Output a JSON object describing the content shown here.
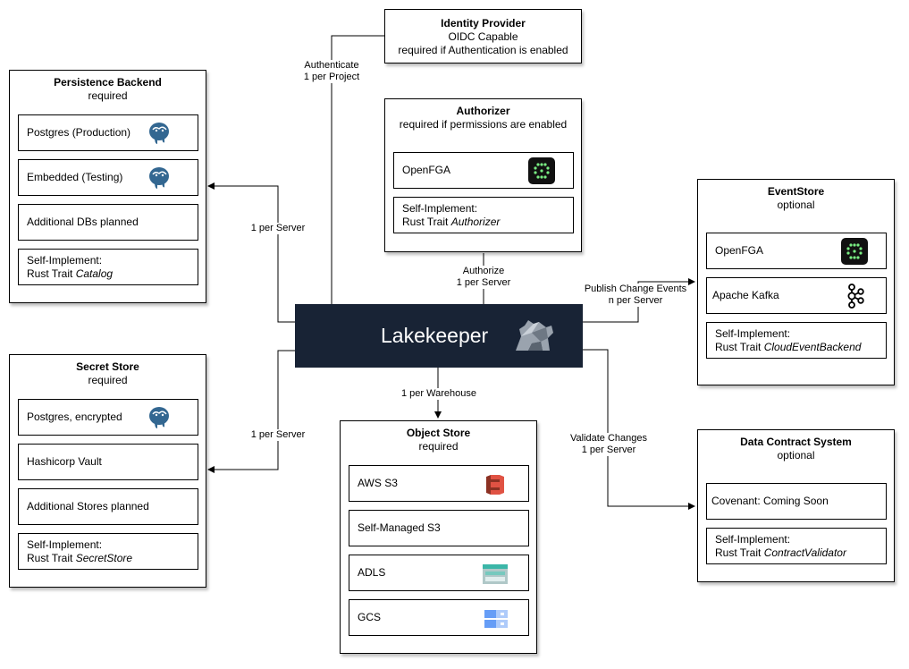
{
  "identity_provider": {
    "title": "Identity Provider",
    "line1": "OIDC Capable",
    "line2": "required if Authentication is enabled"
  },
  "persistence": {
    "title": "Persistence Backend",
    "subtitle": "required",
    "items": [
      {
        "text": "Postgres (Production)",
        "icon": "postgres-elephant-icon"
      },
      {
        "text": "Embedded (Testing)",
        "icon": "postgres-elephant-icon"
      },
      {
        "text": "Additional DBs planned"
      }
    ],
    "self_impl": {
      "line1": "Self-Implement:",
      "prefix": "Rust Trait ",
      "trait": "Catalog"
    }
  },
  "authorizer": {
    "title": "Authorizer",
    "subtitle": "required if permissions are enabled",
    "items": [
      {
        "text": "OpenFGA",
        "icon": "openfga-icon"
      }
    ],
    "self_impl": {
      "line1": "Self-Implement:",
      "prefix": "Rust Trait ",
      "trait": "Authorizer"
    }
  },
  "eventstore": {
    "title": "EventStore",
    "subtitle": "optional",
    "items": [
      {
        "text": "OpenFGA",
        "icon": "openfga-icon"
      },
      {
        "text": "Apache Kafka",
        "icon": "kafka-icon"
      }
    ],
    "self_impl": {
      "line1": "Self-Implement:",
      "prefix": "Rust Trait ",
      "trait": "CloudEventBackend"
    }
  },
  "secret_store": {
    "title": "Secret Store",
    "subtitle": "required",
    "items": [
      {
        "text": "Postgres, encrypted",
        "icon": "postgres-elephant-icon"
      },
      {
        "text": "Hashicorp Vault"
      },
      {
        "text": "Additional Stores planned"
      }
    ],
    "self_impl": {
      "line1": "Self-Implement:",
      "prefix": "Rust Trait ",
      "trait": "SecretStore"
    }
  },
  "object_store": {
    "title": "Object Store",
    "subtitle": "required",
    "items": [
      {
        "text": "AWS S3",
        "icon": "aws-s3-icon"
      },
      {
        "text": "Self-Managed S3"
      },
      {
        "text": "ADLS",
        "icon": "adls-icon"
      },
      {
        "text": "GCS",
        "icon": "gcs-icon"
      }
    ]
  },
  "data_contract": {
    "title": "Data Contract System",
    "subtitle": "optional",
    "items": [
      {
        "text": "Covenant: Coming Soon"
      }
    ],
    "self_impl": {
      "line1": "Self-Implement:",
      "prefix": "Rust Trait ",
      "trait": "ContractValidator"
    }
  },
  "lakekeeper": {
    "label": "Lakekeeper",
    "icon": "lakekeeper-bear-icon"
  },
  "edges": {
    "authenticate": {
      "line1": "Authenticate",
      "line2": "1 per Project"
    },
    "persistence": {
      "line1": "1 per Server"
    },
    "secret": {
      "line1": "1 per Server"
    },
    "authorize": {
      "line1": "Authorize",
      "line2": "1 per Server"
    },
    "publish": {
      "line1": "Publish Change Events",
      "line2": "n per Server"
    },
    "warehouse": {
      "line1": "1 per Warehouse"
    },
    "validate": {
      "line1": "Validate Changes",
      "line2": "1 per Server"
    }
  },
  "colors": {
    "lakekeeper_bg": "#182335",
    "text_white": "#ffffff",
    "border": "#000000"
  }
}
